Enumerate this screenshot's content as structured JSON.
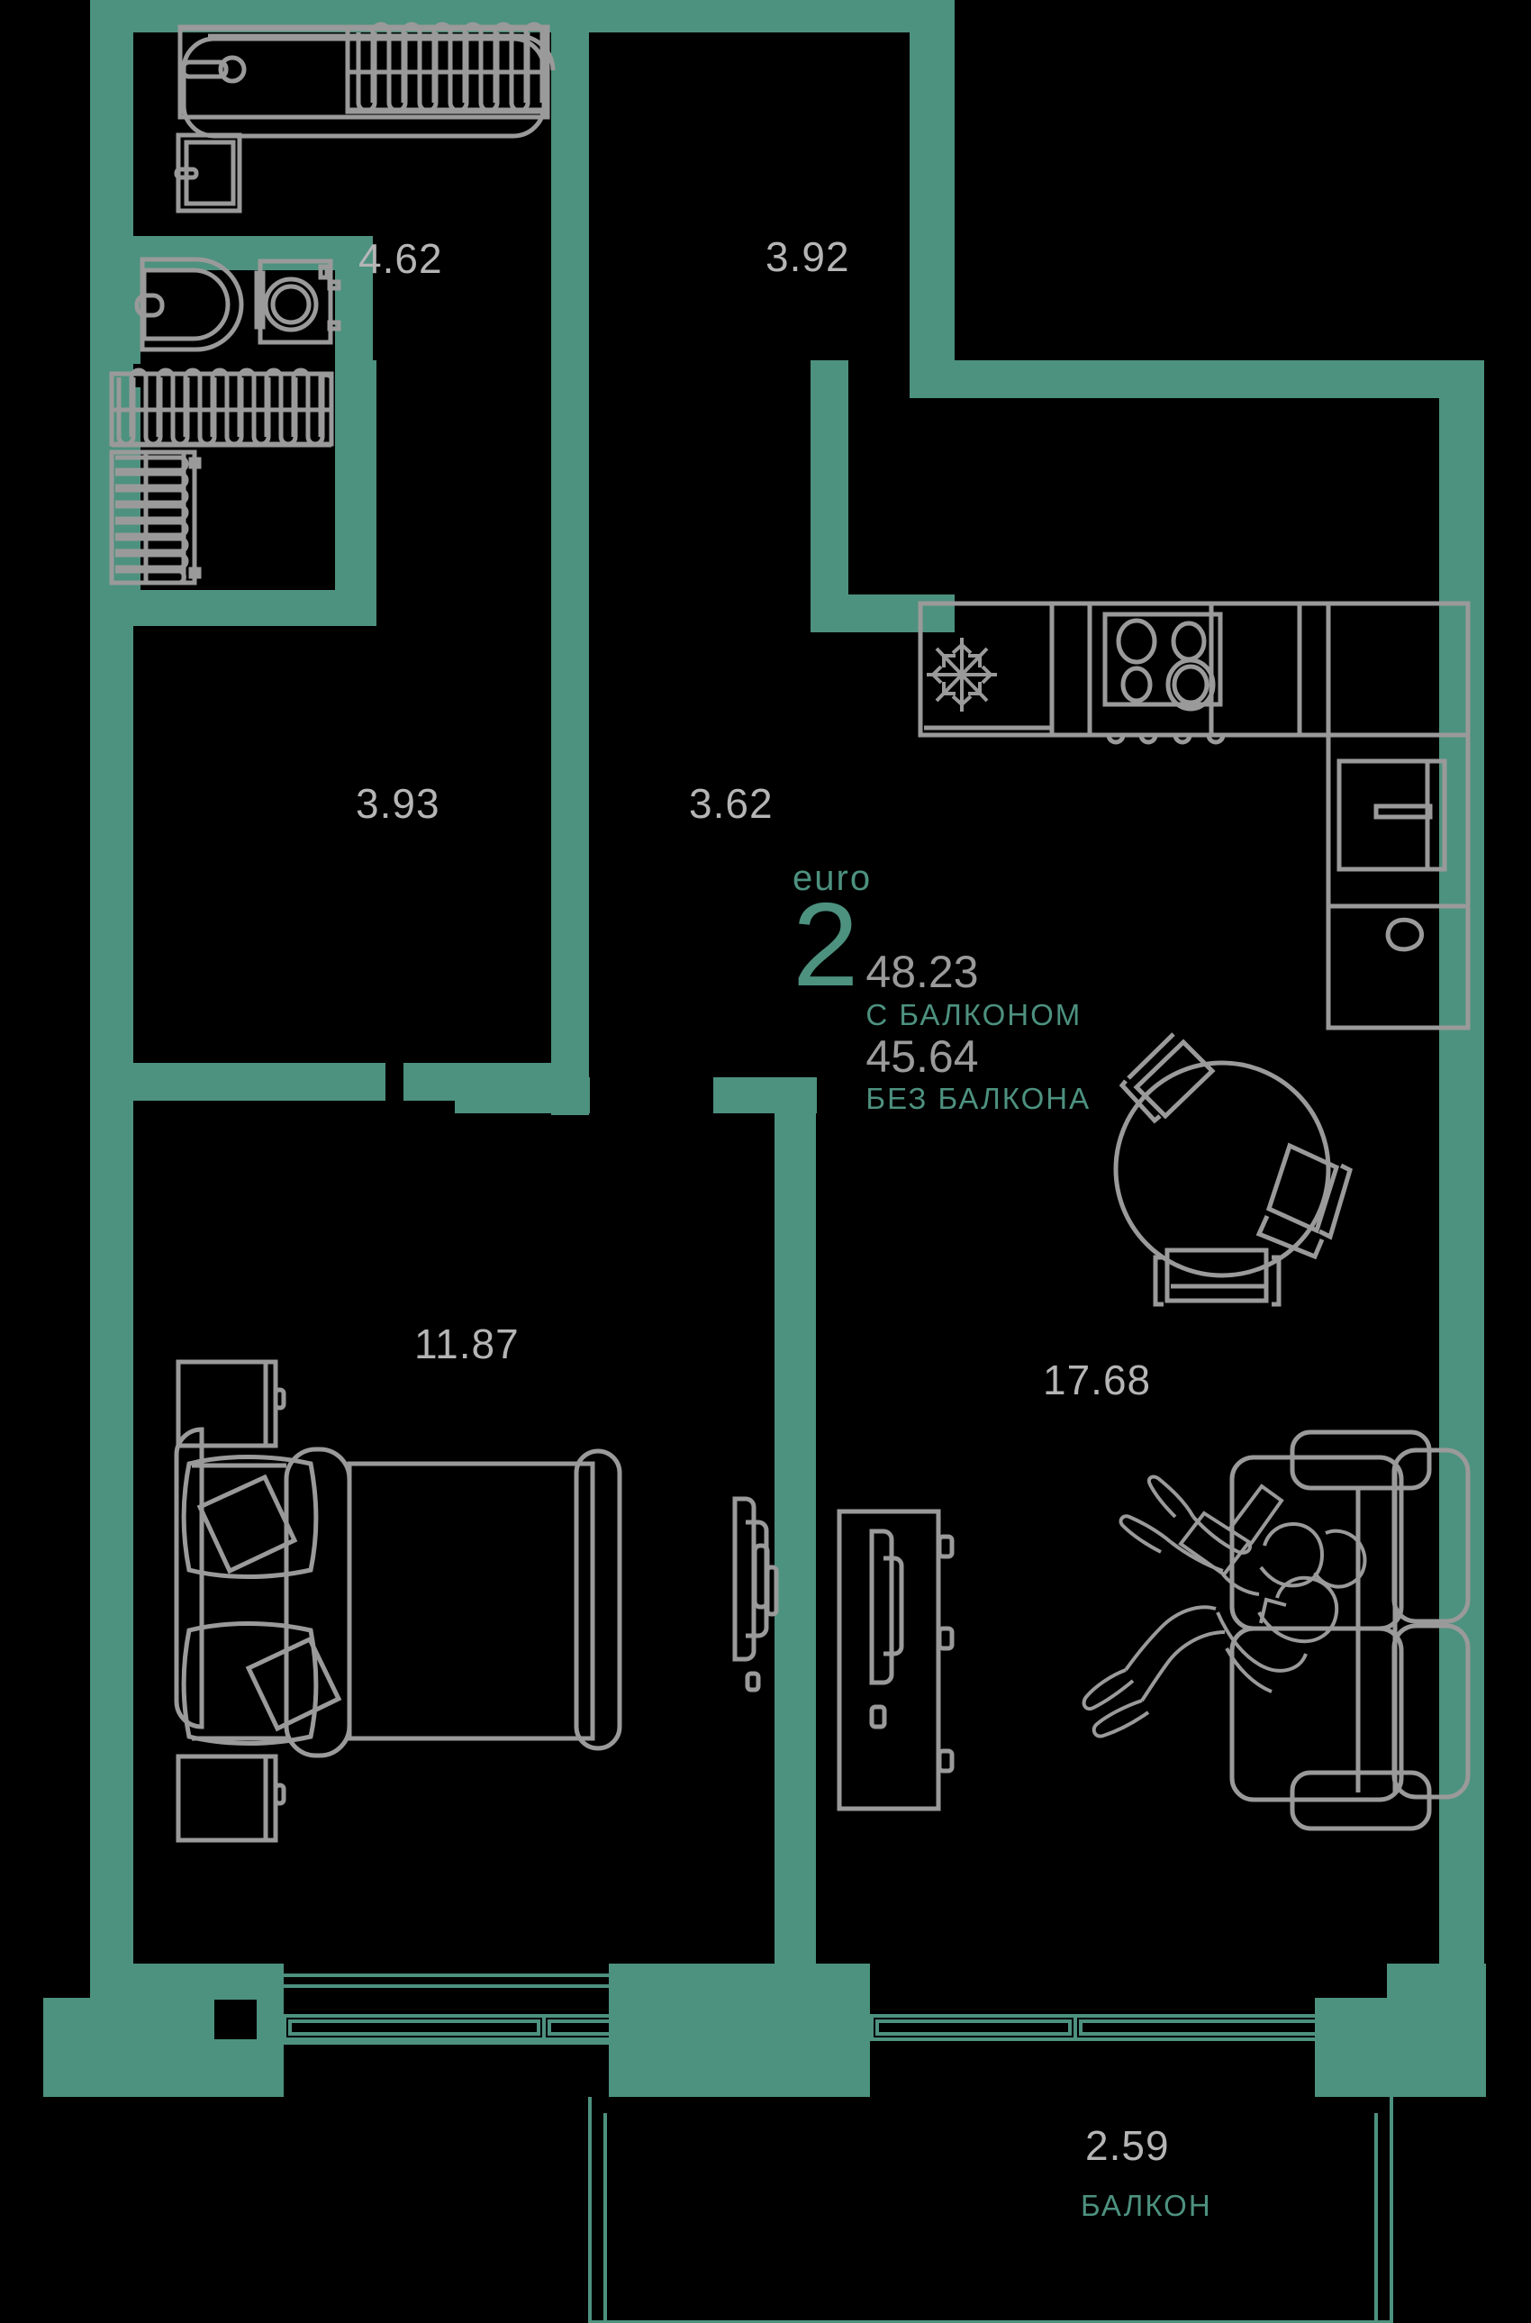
{
  "plan": {
    "type": "apartment-floor-plan",
    "colors": {
      "wall": "#4d917f",
      "furniture": "#9a9a9a",
      "text_dim": "#9a9a9a",
      "background": "#000000"
    },
    "badge": {
      "euro_label": "euro",
      "rooms": "2",
      "area_with_balcony": "48.23",
      "area_with_balcony_caption": "С БАЛКОНОМ",
      "area_without_balcony": "45.64",
      "area_without_balcony_caption": "БЕЗ БАЛКОНА"
    },
    "rooms": [
      {
        "name": "bathroom",
        "area": "4.62",
        "caption": ""
      },
      {
        "name": "hall-upper",
        "area": "3.92",
        "caption": ""
      },
      {
        "name": "wardrobe",
        "area": "3.93",
        "caption": ""
      },
      {
        "name": "corridor",
        "area": "3.62",
        "caption": ""
      },
      {
        "name": "bedroom",
        "area": "11.87",
        "caption": ""
      },
      {
        "name": "living-kitchen",
        "area": "17.68",
        "caption": ""
      },
      {
        "name": "balcony",
        "area": "2.59",
        "caption": "БАЛКОН"
      }
    ],
    "fixtures": [
      "bathtub",
      "sink",
      "toilet",
      "washing-machine",
      "wardrobe-hanging-rail",
      "closet",
      "refrigerator",
      "cooktop",
      "kitchen-sink",
      "kitchen-counter",
      "dining-table",
      "dining-chair",
      "bed",
      "pillow",
      "nightstand",
      "tv-cabinet",
      "sofa",
      "seated-people",
      "window",
      "balcony-rail"
    ]
  }
}
